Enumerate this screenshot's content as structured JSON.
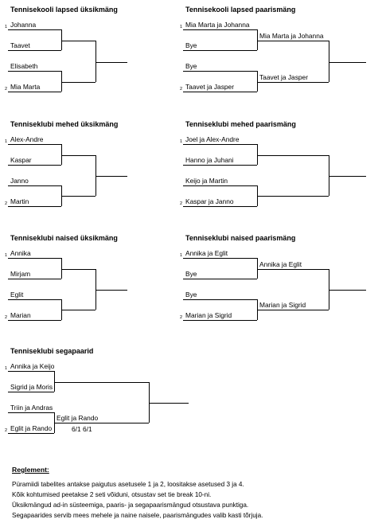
{
  "brackets": [
    {
      "title": "Tennisekooli lapsed üksikmäng",
      "players": [
        {
          "seed": "1",
          "name": "Johanna"
        },
        {
          "seed": "",
          "name": "Taavet"
        },
        {
          "seed": "",
          "name": "Elisabeth"
        },
        {
          "seed": "2",
          "name": "Mia Marta"
        }
      ],
      "semis": [
        "",
        ""
      ],
      "final": ""
    },
    {
      "title": "Tennisekooli lapsed paarismäng",
      "players": [
        {
          "seed": "1",
          "name": "Mia Marta ja Johanna"
        },
        {
          "seed": "",
          "name": "Bye"
        },
        {
          "seed": "",
          "name": "Bye"
        },
        {
          "seed": "2",
          "name": "Taavet ja Jasper"
        }
      ],
      "semis": [
        "Mia Marta ja Johanna",
        "Taavet ja Jasper"
      ],
      "final": ""
    },
    {
      "title": "Tenniseklubi mehed üksikmäng",
      "players": [
        {
          "seed": "1",
          "name": "Alex-Andre"
        },
        {
          "seed": "",
          "name": "Kaspar"
        },
        {
          "seed": "",
          "name": "Janno"
        },
        {
          "seed": "2",
          "name": "Martin"
        }
      ],
      "semis": [
        "",
        ""
      ],
      "final": ""
    },
    {
      "title": "Tenniseklubi mehed paarismäng",
      "players": [
        {
          "seed": "1",
          "name": "Joel ja Alex-Andre"
        },
        {
          "seed": "",
          "name": "Hanno ja Juhani"
        },
        {
          "seed": "",
          "name": "Keijo ja Martin"
        },
        {
          "seed": "2",
          "name": "Kaspar ja Janno"
        }
      ],
      "semis": [
        "",
        ""
      ],
      "final": ""
    },
    {
      "title": "Tenniseklubi naised üksikmäng",
      "players": [
        {
          "seed": "1",
          "name": "Annika"
        },
        {
          "seed": "",
          "name": "Mirjam"
        },
        {
          "seed": "",
          "name": "Eglit"
        },
        {
          "seed": "2",
          "name": "Marian"
        }
      ],
      "semis": [
        "",
        ""
      ],
      "final": ""
    },
    {
      "title": "Tenniseklubi naised paarismäng",
      "players": [
        {
          "seed": "1",
          "name": "Annika ja Eglit"
        },
        {
          "seed": "",
          "name": "Bye"
        },
        {
          "seed": "",
          "name": "Bye"
        },
        {
          "seed": "2",
          "name": "Marian ja Sigrid"
        }
      ],
      "semis": [
        "Annika ja Eglit",
        "Marian ja Sigrid"
      ],
      "final": ""
    },
    {
      "title": "Tenniseklubi segapaarid",
      "players": [
        {
          "seed": "1",
          "name": "Annika ja Keijo"
        },
        {
          "seed": "",
          "name": "Sigrid ja Moris"
        },
        {
          "seed": "",
          "name": "Triin ja Andras"
        },
        {
          "seed": "2",
          "name": "Eglit ja Rando"
        }
      ],
      "semis": [
        "",
        "Eglit ja Rando"
      ],
      "semi_score": "6/1 6/1",
      "final": ""
    }
  ],
  "rules": {
    "heading": "Reglement:",
    "lines": [
      "Püramiidi tabelites antakse paigutus asetusele 1 ja 2, loositakse asetused 3 ja 4.",
      "Kõik kohtumised peetakse 2 seti võiduni, otsustav set tie break 10-ni.",
      "Üksikmängud ad-in süsteemiga, paaris- ja segapaarismängud otsustava punktiga.",
      "Segapaarides servib mees mehele ja naine naisele, paarismängudes valib kasti tõrjuja."
    ]
  }
}
